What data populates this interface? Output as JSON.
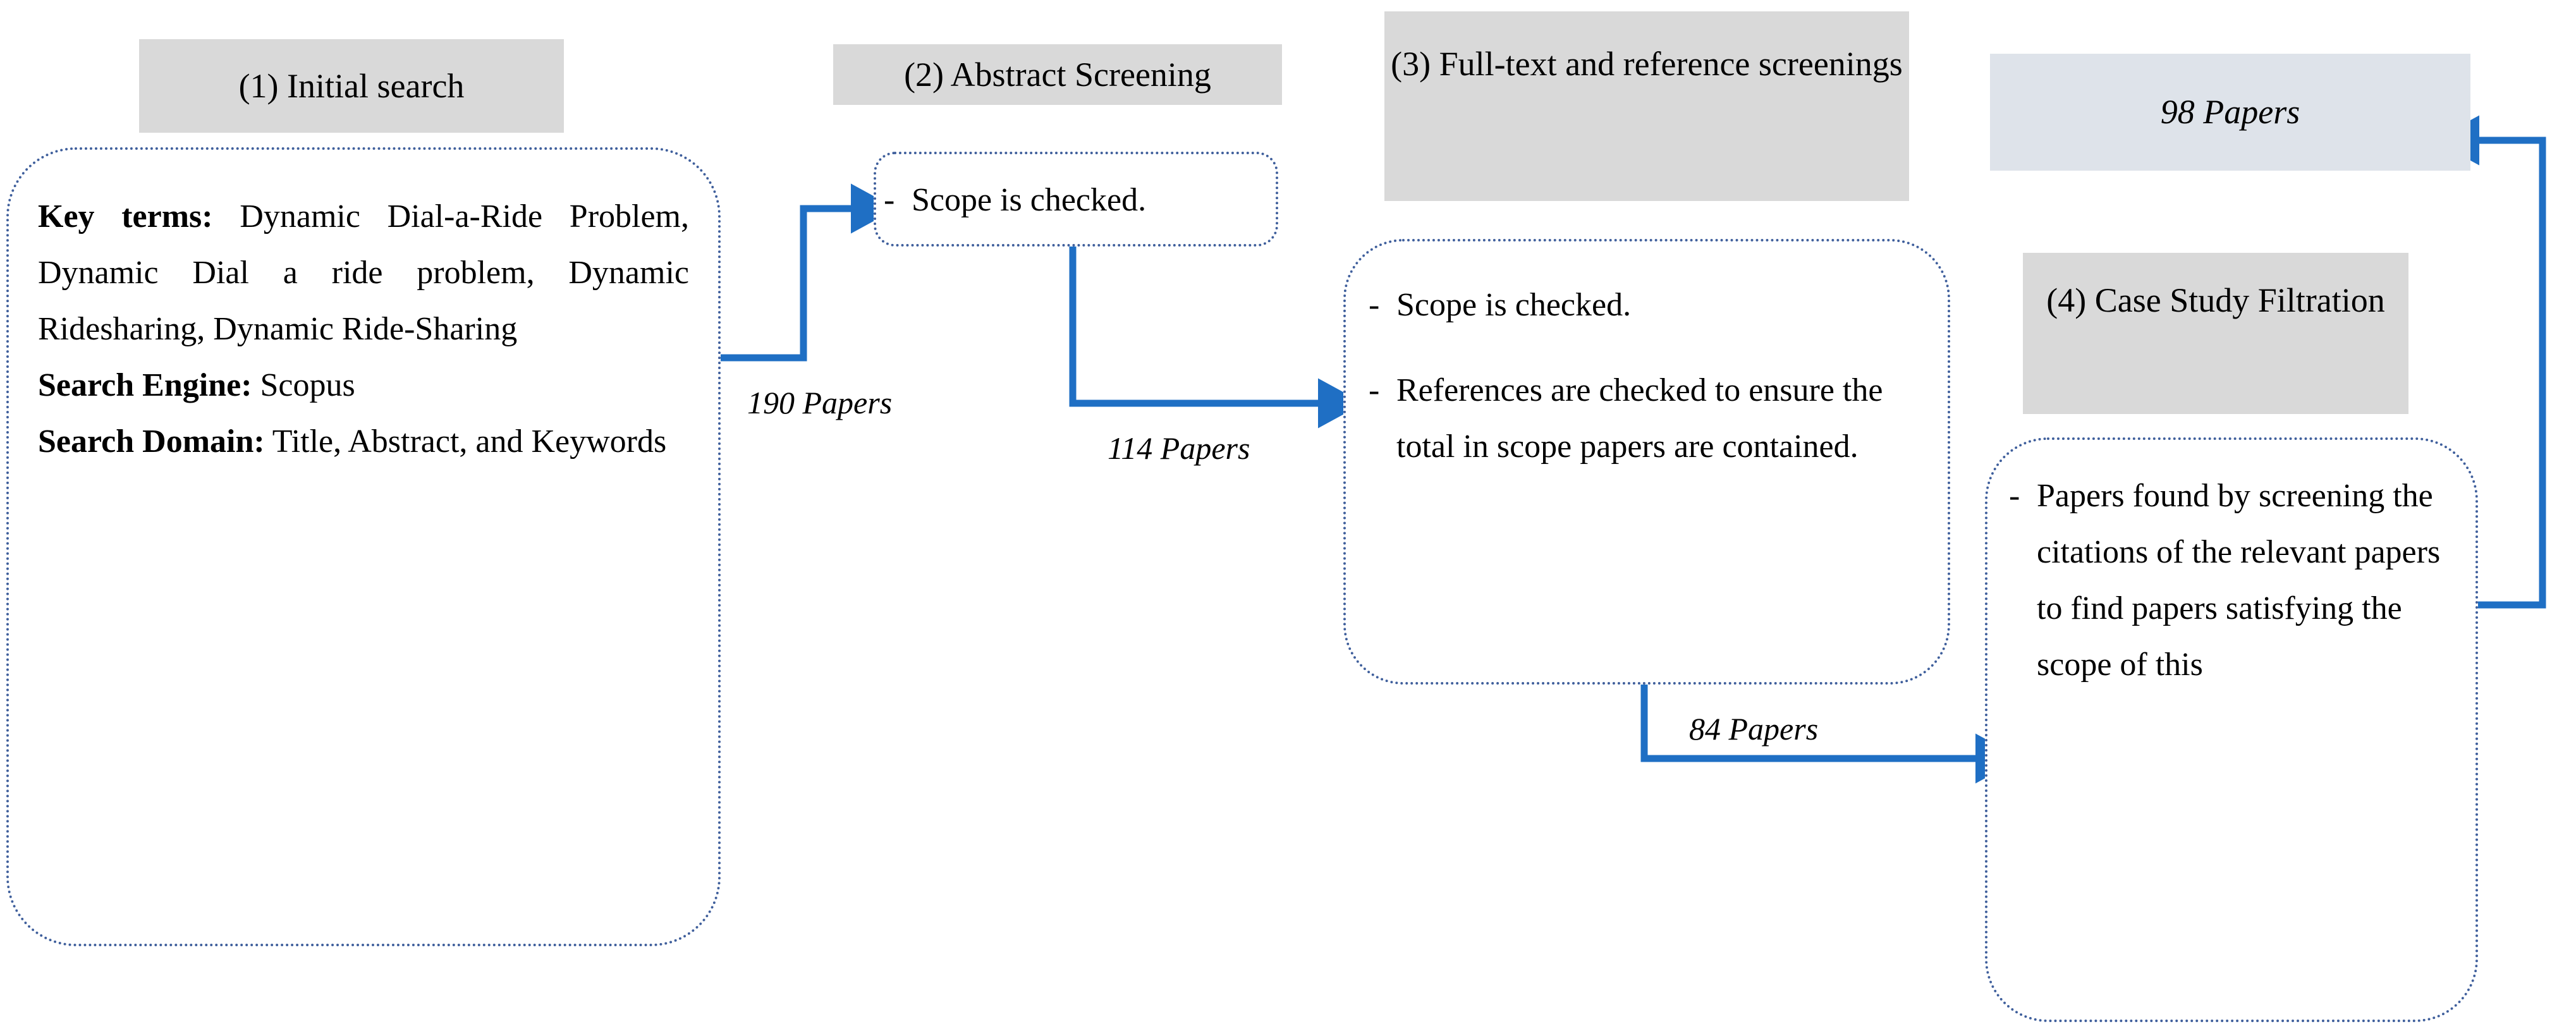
{
  "diagram": {
    "title": "Literature review selection flow",
    "accent_blue": "#1F6FC4",
    "header_gray": "#D9D9D9",
    "result_box_blue_gray": "#DEE3EA",
    "dotted_border_color": "#3F5F9C"
  },
  "steps": [
    {
      "id": "step1",
      "header": "(1) Initial search",
      "lines": [
        {
          "label": "Key terms:",
          "value": " Dynamic Dial-a-Ride Problem, Dynamic Dial a ride problem, Dynamic Ridesharing, Dynamic Ride-Sharing"
        },
        {
          "label": "Search Engine:",
          "value": " Scopus"
        },
        {
          "label": "Search Domain:",
          "value": " Title, Abstract, and Keywords"
        }
      ]
    },
    {
      "id": "step2",
      "header": "(2) Abstract Screening",
      "bullets": [
        {
          "dash": "-",
          "text": "Scope is checked."
        }
      ]
    },
    {
      "id": "step3",
      "header": "(3) Full-text and reference screenings",
      "bullets": [
        {
          "dash": "-",
          "text": "Scope is checked."
        },
        {
          "dash": "-",
          "text": "References are checked to ensure the total in scope papers are contained."
        }
      ]
    },
    {
      "id": "step4",
      "result_header": "98 Papers",
      "header": "(4) Case Study Filtration",
      "bullets": [
        {
          "dash": "-",
          "text": "Papers found by screening the citations of the relevant papers to find papers satisfying the scope of this"
        }
      ]
    }
  ],
  "edges": [
    {
      "id": "edge-1-2",
      "label": "190 Papers"
    },
    {
      "id": "edge-2-3",
      "label": "114 Papers"
    },
    {
      "id": "edge-3-4",
      "label": "84 Papers"
    },
    {
      "id": "edge-4-result",
      "label": ""
    }
  ]
}
